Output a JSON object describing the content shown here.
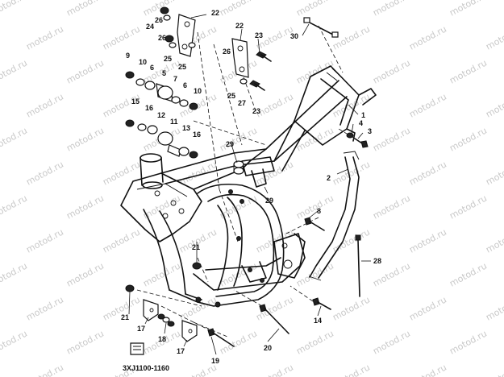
{
  "diagram": {
    "code": "3XJ1100-1160",
    "watermark": "motod.ru",
    "callouts": [
      "1",
      "2",
      "3",
      "4",
      "5",
      "6",
      "7",
      "8",
      "9",
      "10",
      "11",
      "12",
      "13",
      "14",
      "15",
      "16",
      "17",
      "18",
      "19",
      "20",
      "21",
      "22",
      "23",
      "24",
      "25",
      "26",
      "27",
      "28",
      "29",
      "30"
    ]
  }
}
